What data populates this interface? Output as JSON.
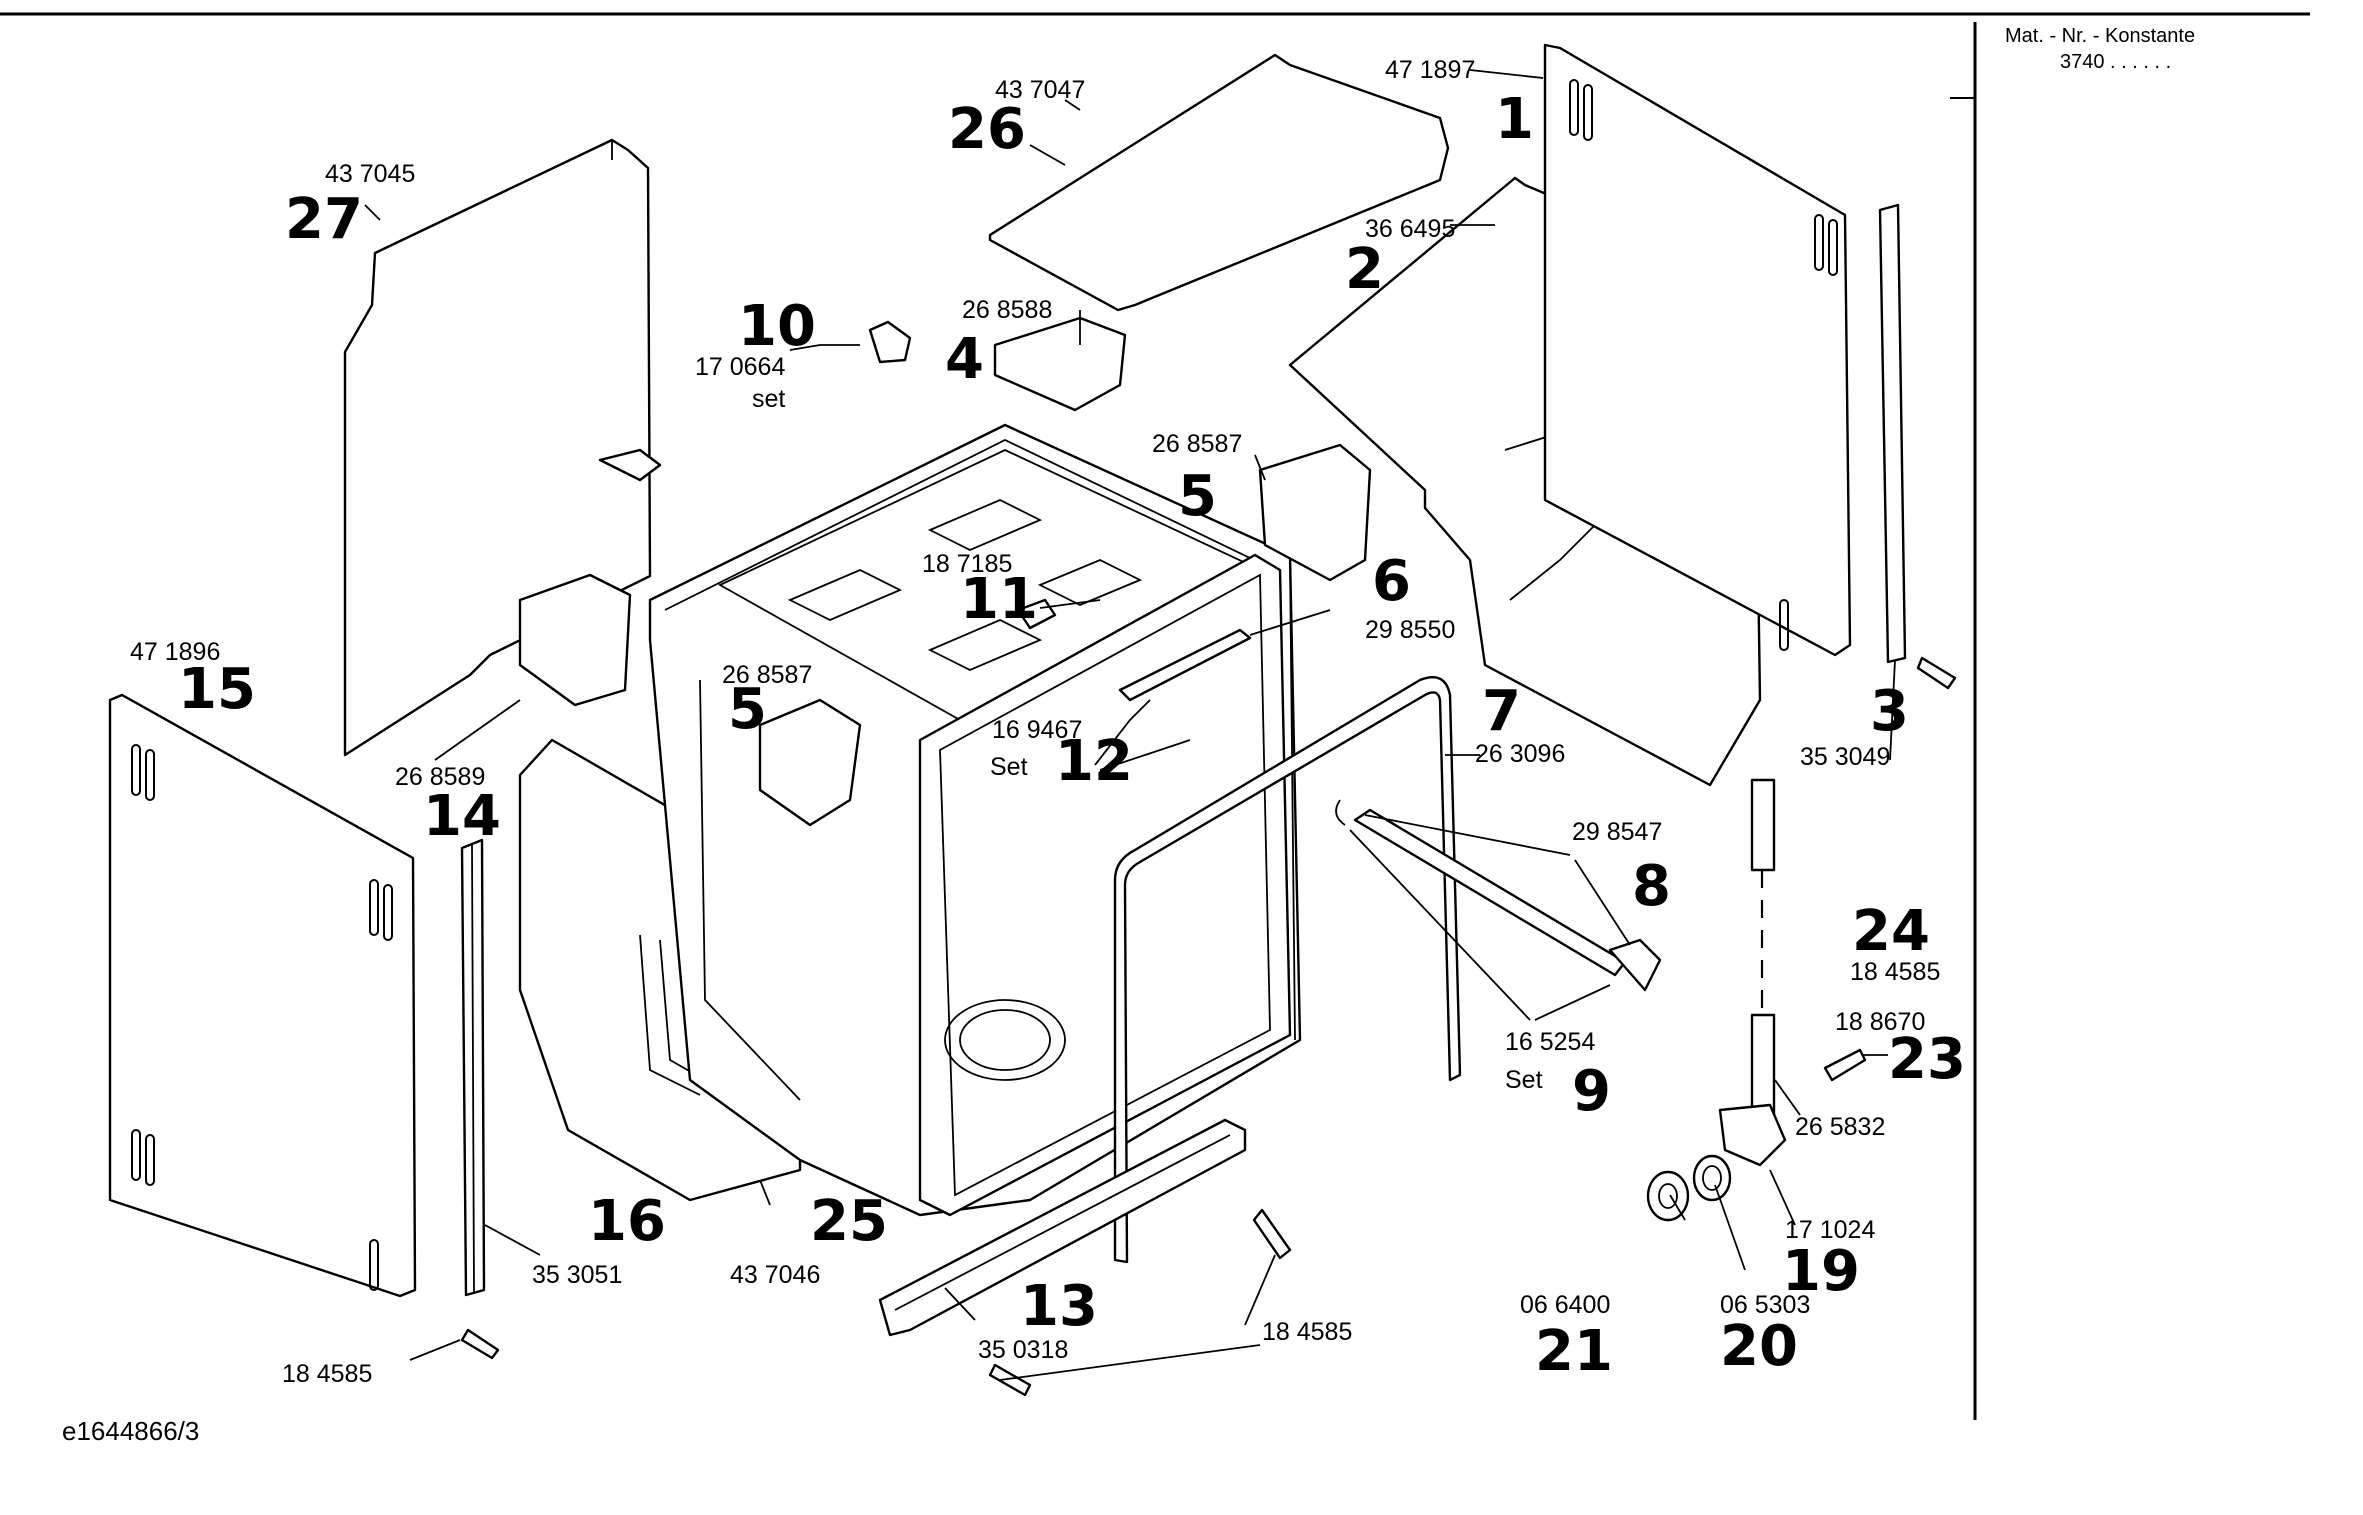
{
  "header": {
    "constant_label": "Mat. - Nr. - Konstante",
    "constant_value": "3740 . .  . . . ."
  },
  "document_ref": "e1644866/3",
  "callouts": {
    "p1": {
      "number": "1",
      "part_no": "47 1897"
    },
    "p2": {
      "number": "2",
      "part_no": "36 6495"
    },
    "p3": {
      "number": "3",
      "part_no": "35 3049"
    },
    "p4": {
      "number": "4",
      "part_no": "26 8588"
    },
    "p5a": {
      "number": "5",
      "part_no": "26 8587"
    },
    "p5b": {
      "number": "5",
      "part_no": "26 8587"
    },
    "p6": {
      "number": "6",
      "part_no": "29 8550"
    },
    "p7": {
      "number": "7",
      "part_no": "26 3096"
    },
    "p8": {
      "number": "8",
      "part_no": "29 8547"
    },
    "p9": {
      "number": "9",
      "part_no": "16 5254",
      "suffix": "Set"
    },
    "p10": {
      "number": "10",
      "part_no": "17 0664",
      "suffix": "set"
    },
    "p11": {
      "number": "11",
      "part_no": "18 7185"
    },
    "p12": {
      "number": "12",
      "part_no": "16  9467",
      "suffix": "Set"
    },
    "p13": {
      "number": "13",
      "part_no": "35 0318"
    },
    "p14": {
      "number": "14",
      "part_no": "26 8589"
    },
    "p15": {
      "number": "15",
      "part_no": "47 1896"
    },
    "p16": {
      "number": "16",
      "part_no": "35 3051"
    },
    "p19": {
      "number": "19",
      "part_no": "17 1024"
    },
    "p20": {
      "number": "20",
      "part_no": "06 5303"
    },
    "p21": {
      "number": "21",
      "part_no": "06 6400"
    },
    "p23": {
      "number": "23",
      "part_no": "18 8670"
    },
    "p24": {
      "number": "24",
      "part_no": "18 4585"
    },
    "p25": {
      "number": "25",
      "part_no": "43 7046"
    },
    "p26": {
      "number": "26",
      "part_no": "43 7047"
    },
    "p27": {
      "number": "27",
      "part_no": "43 7045"
    }
  },
  "extra_labels": {
    "screw_bottom_left": "18 4585",
    "screw_bottom_center": "18 4585",
    "valve_part": "26 5832"
  }
}
